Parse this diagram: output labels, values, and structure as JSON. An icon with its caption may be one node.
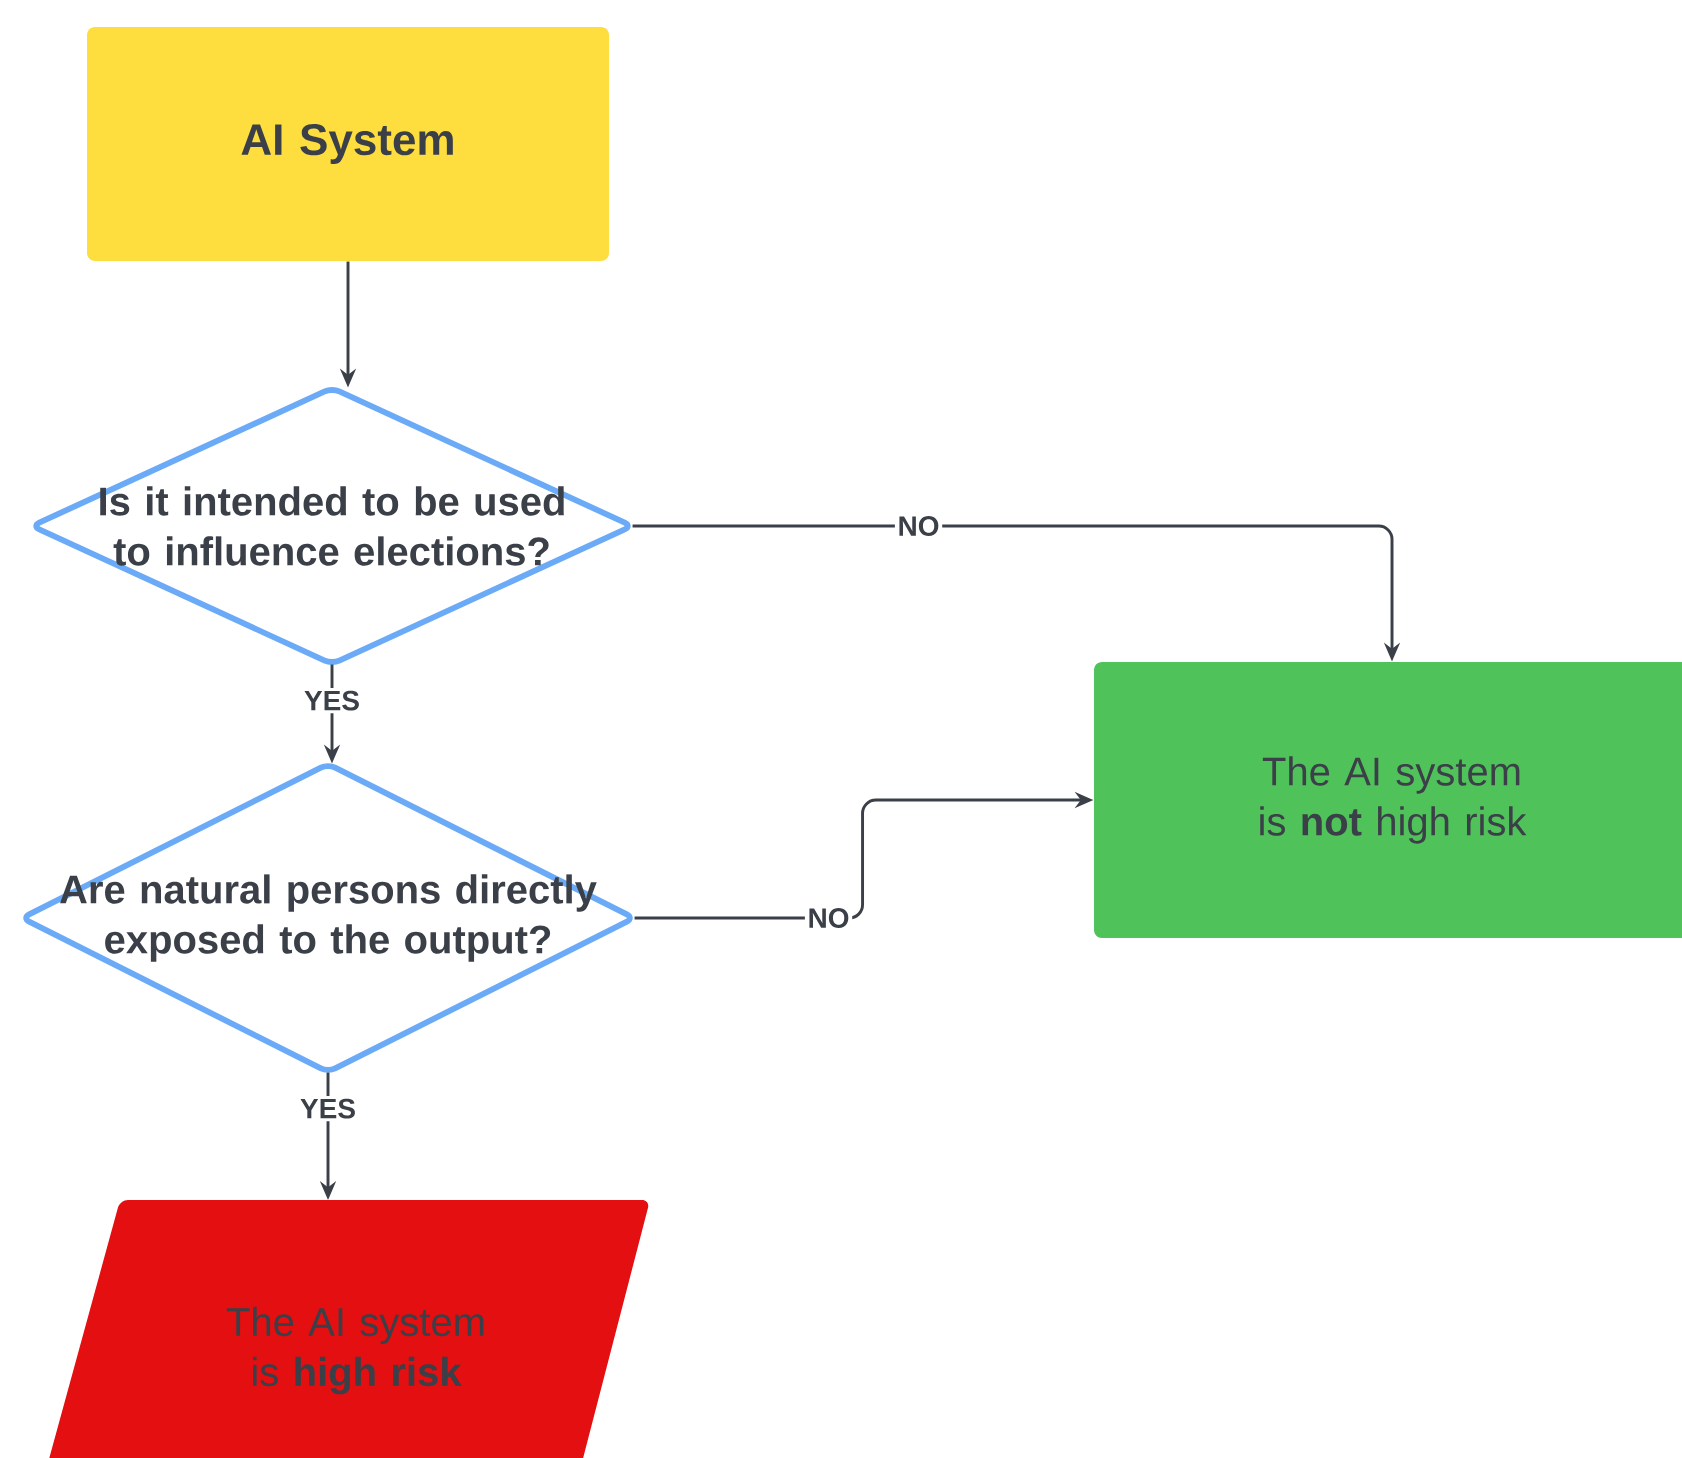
{
  "diagram": {
    "nodes": [
      {
        "text": [
          "AI System"
        ]
      },
      {
        "text": [
          "Is it intended to be used to influence elections?"
        ]
      },
      {
        "text": [
          "Are natural persons directly exposed to the output?"
        ]
      },
      {
        "text": [
          "The AI system is **not** high risk"
        ]
      },
      {
        "text": [
          "The AI system is **high risk**"
        ]
      }
    ],
    "edges": [
      {
        "from": 0,
        "to": 1,
        "arrow": "to"
      },
      {
        "from": 1,
        "to": 3,
        "arrow": "to",
        "label": "NO"
      },
      {
        "from": 1,
        "to": 2,
        "arrow": "to",
        "label": "YES"
      },
      {
        "from": 2,
        "to": 3,
        "arrow": "to",
        "label": "NO"
      },
      {
        "from": 2,
        "to": 4,
        "arrow": "to",
        "label": "YES"
      }
    ]
  }
}
